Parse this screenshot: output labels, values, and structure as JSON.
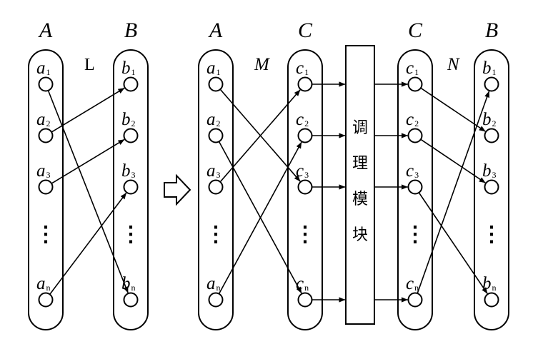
{
  "left_diagram": {
    "col_a": {
      "header": "A",
      "nodes": [
        {
          "base": "a",
          "sub": "1"
        },
        {
          "base": "a",
          "sub": "2"
        },
        {
          "base": "a",
          "sub": "3"
        },
        {
          "base": "",
          "sub": ""
        },
        {
          "base": "a",
          "sub": "n"
        }
      ]
    },
    "col_b": {
      "header": "B",
      "nodes": [
        {
          "base": "b",
          "sub": "1"
        },
        {
          "base": "b",
          "sub": "2"
        },
        {
          "base": "b",
          "sub": "3"
        },
        {
          "base": "",
          "sub": ""
        },
        {
          "base": "b",
          "sub": "n"
        }
      ]
    },
    "mapping_label": "L",
    "edges": [
      [
        0,
        4
      ],
      [
        1,
        0
      ],
      [
        2,
        1
      ],
      [
        4,
        2
      ]
    ]
  },
  "right_diagram": {
    "col_a": {
      "header": "A",
      "nodes": [
        {
          "base": "a",
          "sub": "1"
        },
        {
          "base": "a",
          "sub": "2"
        },
        {
          "base": "a",
          "sub": "3"
        },
        {
          "base": "",
          "sub": ""
        },
        {
          "base": "a",
          "sub": "n"
        }
      ]
    },
    "col_c1": {
      "header": "C",
      "nodes": [
        {
          "base": "c",
          "sub": "1"
        },
        {
          "base": "c",
          "sub": "2"
        },
        {
          "base": "c",
          "sub": "3"
        },
        {
          "base": "",
          "sub": ""
        },
        {
          "base": "c",
          "sub": "n"
        }
      ]
    },
    "col_c2": {
      "header": "C",
      "nodes": [
        {
          "base": "c",
          "sub": "1"
        },
        {
          "base": "c",
          "sub": "2"
        },
        {
          "base": "c",
          "sub": "3"
        },
        {
          "base": "",
          "sub": ""
        },
        {
          "base": "c",
          "sub": "n"
        }
      ]
    },
    "col_b": {
      "header": "B",
      "nodes": [
        {
          "base": "b",
          "sub": "1"
        },
        {
          "base": "b",
          "sub": "2"
        },
        {
          "base": "b",
          "sub": "3"
        },
        {
          "base": "",
          "sub": ""
        },
        {
          "base": "b",
          "sub": "n"
        }
      ]
    },
    "label_m": "M",
    "label_n": "N",
    "module_chars": [
      "调",
      "理",
      "模",
      "块"
    ],
    "edges_m": [
      [
        0,
        2
      ],
      [
        1,
        4
      ],
      [
        2,
        0
      ],
      [
        4,
        1
      ]
    ],
    "edges_n": [
      [
        0,
        1
      ],
      [
        1,
        2
      ],
      [
        2,
        4
      ],
      [
        4,
        0
      ]
    ]
  },
  "dots_symbol": "⋮"
}
